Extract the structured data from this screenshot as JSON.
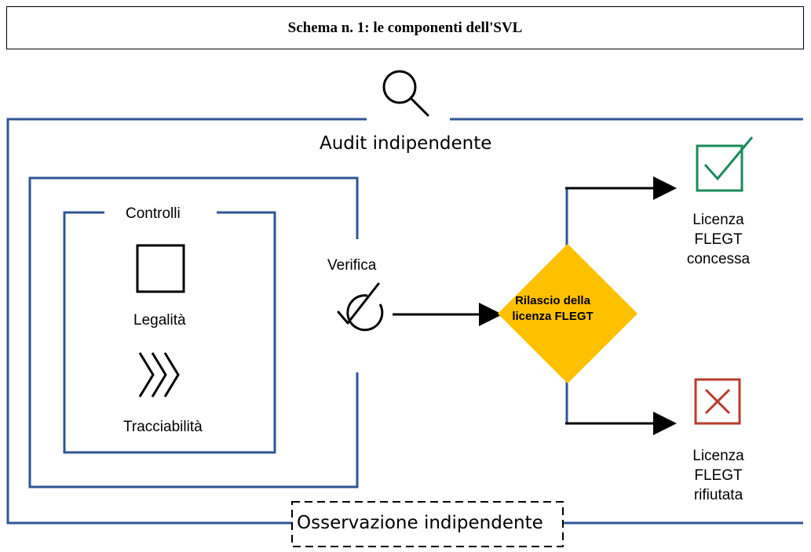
{
  "title": "Schema n. 1: le componenti dell'SVL",
  "labels": {
    "audit": "Audit indipendente",
    "controlli": "Controlli",
    "legalita": "Legalità",
    "tracciabilita": "Tracciabilità",
    "verifica": "Verifica",
    "rilascio": "Rilascio della licenza FLEGT",
    "concessa": "Licenza FLEGT concessa",
    "rifiutata": "Licenza FLEGT rifiutata",
    "osservazione": "Osservazione indipendente"
  },
  "icons": {
    "audit": "magnifier-icon",
    "legalita": "square-icon",
    "tracciabilita": "chevrons-icon",
    "verifica": "check-circle-icon",
    "concessa": "checkbox-checked-icon",
    "rifiutata": "checkbox-x-icon"
  },
  "colors": {
    "frame": "#2f5597",
    "diamond": "#ffc000",
    "granted": "#1b8a5a",
    "refused": "#b83c2f",
    "arrow": "#000000"
  }
}
